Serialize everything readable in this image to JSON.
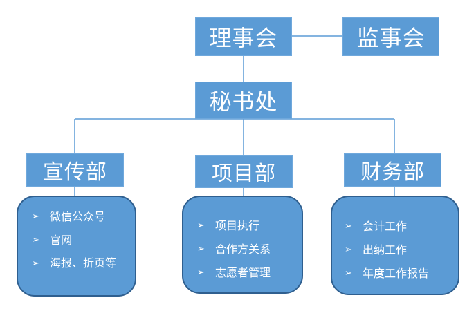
{
  "nodes": {
    "board": "理事会",
    "supervisory": "监事会",
    "secretariat": "秘书处",
    "publicity": "宣传部",
    "projects": "项目部",
    "finance": "财务部"
  },
  "bullet": "➢",
  "publicity_items": [
    "微信公众号",
    "官网",
    "海报、折页等"
  ],
  "projects_items": [
    "项目执行",
    "合作方关系",
    "志愿者管理"
  ],
  "finance_items": [
    "会计工作",
    "出纳工作",
    "年度工作报告"
  ],
  "colors": {
    "node_fill": "#5b9bd5",
    "box_border": "#2f5f8f",
    "line": "#5b9bd5"
  }
}
